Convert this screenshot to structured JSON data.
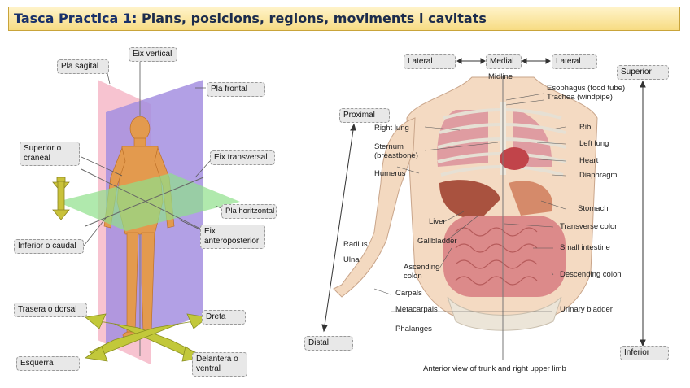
{
  "title": {
    "lead": "Tasca Practica 1:",
    "rest": " Plans, posicions, regions, moviments i cavitats"
  },
  "left_figure": {
    "labels": {
      "eix_vertical": "Eix vertical",
      "pla_sagital": "Pla sagital",
      "pla_frontal": "Pla frontal",
      "superior_craneal": "Superior o craneal",
      "eix_transversal": "Eix transversal",
      "pla_horitzontal": "Pla horitzontal",
      "eix_anteroposterior": "Eix anteroposterior",
      "inferior_caudal": "Inferior o caudal",
      "trasera_dorsal": "Trasera o dorsal",
      "dreta": "Dreta",
      "esquerra": "Esquerra",
      "delantera_ventral": "Delantera o ventral"
    }
  },
  "right_figure": {
    "boxes": {
      "lateral_left": "Lateral",
      "medial": "Medial",
      "lateral_right": "Lateral",
      "superior": "Superior",
      "proximal": "Proximal",
      "distal": "Distal",
      "inferior": "Inferior"
    },
    "labels": {
      "midline": "Midline",
      "esophagus": "Esophagus (food tube)",
      "trachea": "Trachea (windpipe)",
      "right_lung": "Right lung",
      "rib": "Rib",
      "sternum": "Sternum\n(breastbone)",
      "left_lung": "Left lung",
      "heart": "Heart",
      "humerus": "Humerus",
      "diaphragm": "Diaphragm",
      "stomach": "Stomach",
      "liver": "Liver",
      "transverse_colon": "Transverse colon",
      "gallbladder": "Gallbladder",
      "radius": "Radius",
      "small_intestine": "Small intestine",
      "ulna": "Ulna",
      "ascending_colon": "Ascending\ncolon",
      "descending_colon": "Descending colon",
      "carpals": "Carpals",
      "metacarpals": "Metacarpals",
      "urinary_bladder": "Urinary bladder",
      "phalanges": "Phalanges"
    },
    "caption": "Anterior view of trunk and right upper limb"
  }
}
